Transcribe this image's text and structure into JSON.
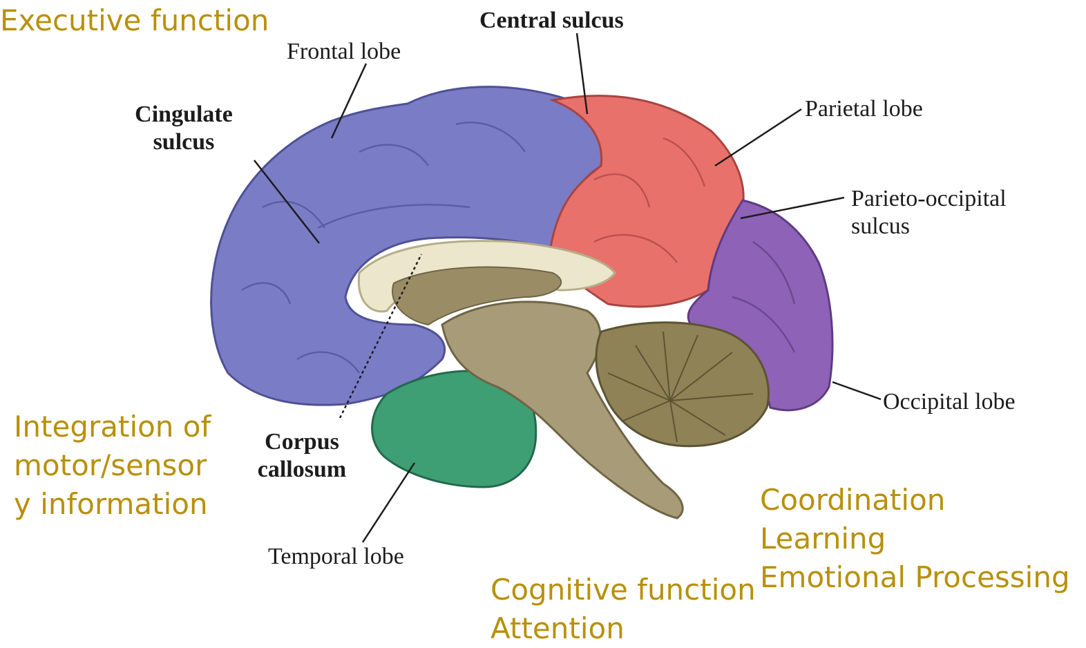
{
  "annotations": {
    "top_left": "Executive function",
    "integration": "Integration of\nmotor/sensor\ny information",
    "cognitive": "Cognitive function\nAttention",
    "coordination": "Coordination\nLearning\nEmotional Processing"
  },
  "labels": {
    "central_sulcus": "Central sulcus",
    "frontal_lobe": "Frontal lobe",
    "cingulate_sulcus": "Cingulate\nsulcus",
    "parietal_lobe": "Parietal lobe",
    "parieto_occipital_sulcus": "Parieto-occipital\nsulcus",
    "occipital_lobe": "Occipital lobe",
    "corpus_callosum": "Corpus\ncallosum",
    "temporal_lobe": "Temporal lobe"
  },
  "colors": {
    "annotation": "#b8900a",
    "frontal": "#7a7cc6",
    "parietal": "#e8716b",
    "occipital": "#8e62b6",
    "temporal": "#3e9e74",
    "brainstem": "#a89b78",
    "cerebellum": "#8f8256",
    "corpus_callosum": "#ece6cc"
  }
}
